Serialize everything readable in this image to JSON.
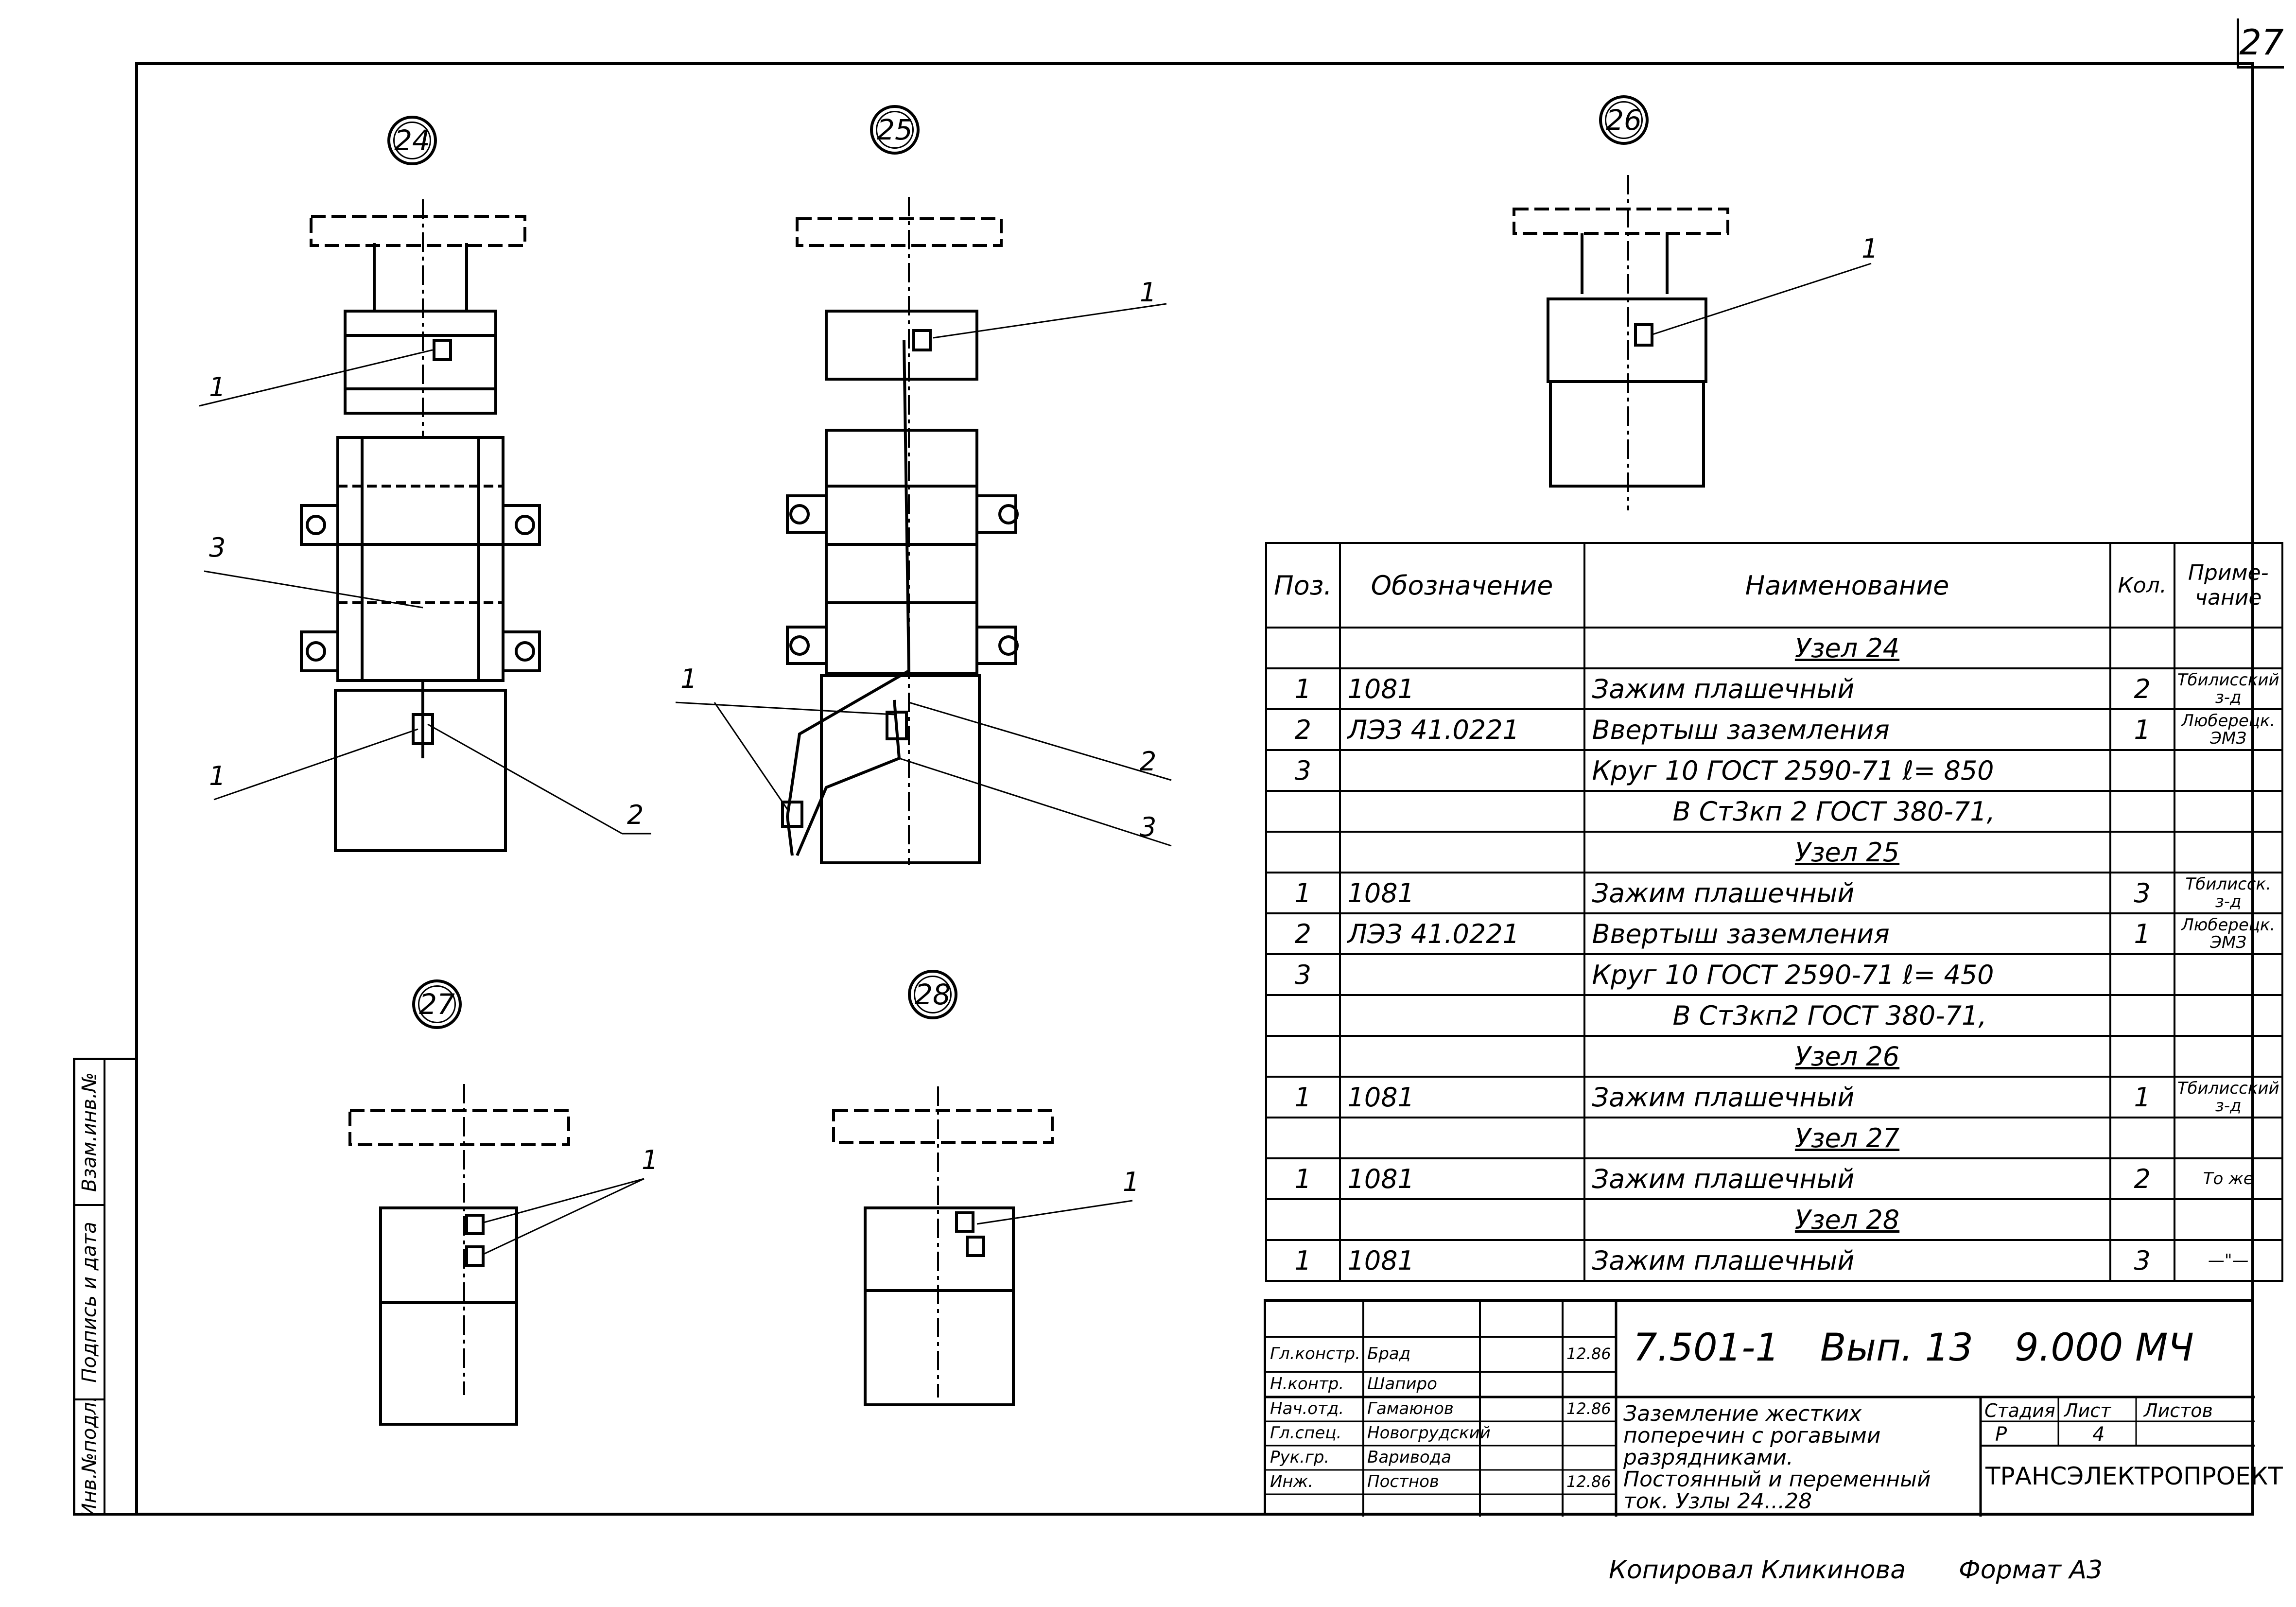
{
  "sheet_number": "27",
  "side_stamp": {
    "inv_no": "Инв.№подл.",
    "signature_date": "Подпись и дата",
    "replaces_inv": "Взам.инв.№"
  },
  "nodes": {
    "n24": "24",
    "n25": "25",
    "n26": "26",
    "n27": "27",
    "n28": "28"
  },
  "callouts": {
    "n24": [
      "1",
      "3",
      "1",
      "2"
    ],
    "n25": [
      "1",
      "1",
      "2",
      "3"
    ],
    "n26": [
      "1"
    ],
    "n27": [
      "1"
    ],
    "n28": [
      "1"
    ]
  },
  "spec_table": {
    "headers": [
      "Поз.",
      "Обозначение",
      "Наименование",
      "Кол.",
      "Приме-чание"
    ],
    "rows": [
      {
        "type": "node",
        "name": "Узел 24"
      },
      {
        "pos": "1",
        "code": "1081",
        "name": "Зажим плашечный",
        "qty": "2",
        "note": "Тбилисский з-д"
      },
      {
        "pos": "2",
        "code": "ЛЭЗ 41.0221",
        "name": "Ввертыш заземления",
        "qty": "1",
        "note": "Люберецк. ЭМЗ"
      },
      {
        "pos": "3",
        "code": "",
        "name": "Круг 10 ГОСТ 2590-71     ℓ= 850",
        "qty": "",
        "note": ""
      },
      {
        "pos": "",
        "code": "",
        "name": "В Ст3кп 2 ГОСТ 380-71,",
        "qty": "",
        "note": ""
      },
      {
        "type": "node",
        "name": "Узел 25"
      },
      {
        "pos": "1",
        "code": "1081",
        "name": "Зажим плашечный",
        "qty": "3",
        "note": "Тбилисск. з-д"
      },
      {
        "pos": "2",
        "code": "ЛЭЗ 41.0221",
        "name": "Ввертыш заземления",
        "qty": "1",
        "note": "Люберецк. ЭМЗ"
      },
      {
        "pos": "3",
        "code": "",
        "name": "Круг 10 ГОСТ 2590-71     ℓ= 450",
        "qty": "",
        "note": ""
      },
      {
        "pos": "",
        "code": "",
        "name": "В Ст3кп2 ГОСТ 380-71,",
        "qty": "",
        "note": ""
      },
      {
        "type": "node",
        "name": "Узел 26"
      },
      {
        "pos": "1",
        "code": "1081",
        "name": "Зажим плашечный",
        "qty": "1",
        "note": "Тбилисский з-д"
      },
      {
        "type": "node",
        "name": "Узел 27"
      },
      {
        "pos": "1",
        "code": "1081",
        "name": "Зажим плашечный",
        "qty": "2",
        "note": "То же"
      },
      {
        "type": "node",
        "name": "Узел 28"
      },
      {
        "pos": "1",
        "code": "1081",
        "name": "Зажим плашечный",
        "qty": "3",
        "note": "—\"—"
      }
    ]
  },
  "title_block": {
    "doc_code": "7.501-1",
    "issue": "Вып. 13",
    "doc_number": "9.000 МЧ",
    "description_lines": [
      "Заземление жестких",
      "поперечин с рогавыми",
      "разрядниками.",
      "Постоянный и переменный",
      "ток. Узлы 24...28"
    ],
    "stage_header": "Стадия",
    "sheet_header": "Лист",
    "sheets_header": "Листов",
    "stage": "Р",
    "sheet": "4",
    "sheets": "",
    "organization": "ТРАНСЭЛЕКТРОПРОЕКТ",
    "signers": [
      {
        "role": "Гл.констр.",
        "name": "Брад",
        "date": "12.86"
      },
      {
        "role": "Н.контр.",
        "name": "Шапиро",
        "date": ""
      },
      {
        "role": "Нач.отд.",
        "name": "Гамаюнов",
        "date": "12.86"
      },
      {
        "role": "Гл.спец.",
        "name": "Новогрудский",
        "date": ""
      },
      {
        "role": "Рук.гр.",
        "name": "Варивода",
        "date": ""
      },
      {
        "role": "Инж.",
        "name": "Постнов",
        "date": "12.86"
      }
    ]
  },
  "footer": {
    "copied_by": "Копировал Кликинова",
    "format": "Формат А3"
  }
}
